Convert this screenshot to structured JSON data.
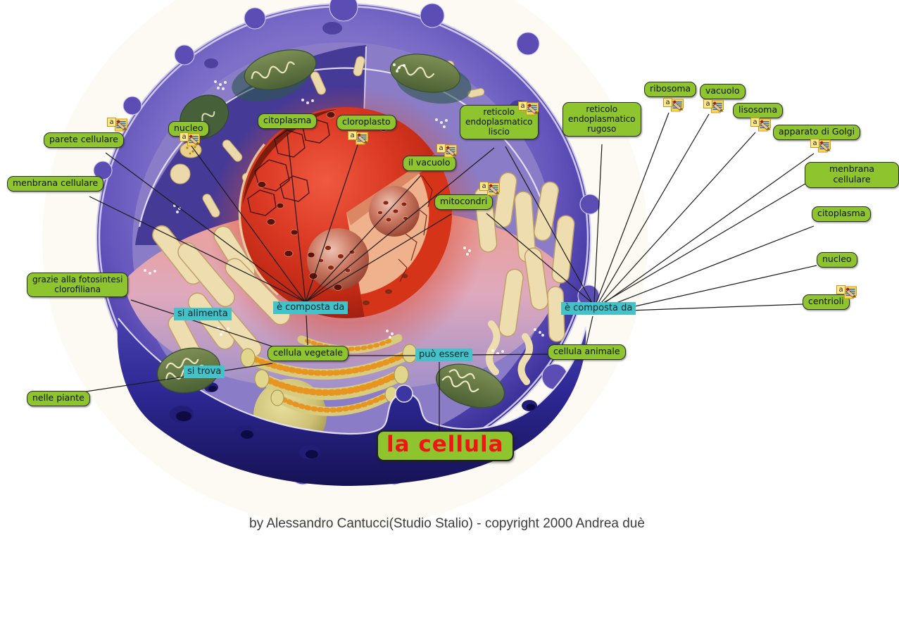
{
  "title": {
    "label": "la cellula"
  },
  "caption": {
    "text": "by Alessandro Cantucci(Studio Stalio) - copyright 2000 Andrea duè"
  },
  "nodes": {
    "parete": {
      "label": "parete cellulare"
    },
    "menbrana_l": {
      "label": "menbrana cellulare"
    },
    "nucleo_l": {
      "label": "nucleo"
    },
    "citoplasma_l": {
      "label": "citoplasma"
    },
    "cloroplasto": {
      "label": "cloroplasto"
    },
    "ret_liscio": {
      "label": "reticolo\nendoplasmatico\nliscio"
    },
    "ret_rugoso": {
      "label": "reticolo\nendoplasmatico\nrugoso"
    },
    "il_vacuolo": {
      "label": "il vacuolo"
    },
    "mitocondri": {
      "label": "mitocondri"
    },
    "grazie": {
      "label": "grazie alla fotosintesi\nclorofiliana"
    },
    "nelle_piante": {
      "label": "nelle piante"
    },
    "vegetale": {
      "label": "cellula vegetale"
    },
    "animale": {
      "label": "cellula animale"
    },
    "ribosoma": {
      "label": "ribosoma"
    },
    "vacuolo": {
      "label": "vacuolo"
    },
    "lisosoma": {
      "label": "lisosoma"
    },
    "golgi": {
      "label": "apparato di Golgi"
    },
    "menbrana_r": {
      "label": "menbrana cellulare"
    },
    "citoplasma_r": {
      "label": "citoplasma"
    },
    "nucleo_r": {
      "label": "nucleo"
    },
    "centrioli": {
      "label": "centrioli"
    }
  },
  "phrases": {
    "composta_l": {
      "label": "è composta da"
    },
    "composta_r": {
      "label": "è composta da"
    },
    "si_alimenta": {
      "label": "si alimenta"
    },
    "si_trova": {
      "label": "si trova"
    },
    "puo_essere": {
      "label": "può essere"
    }
  },
  "icons": {
    "annotation": {
      "letter": "a"
    }
  },
  "colors": {
    "node_bg": "#8ec42d",
    "node_border": "#2e2e2e",
    "phrase_bg": "#42c2c9",
    "title_text": "#f01414",
    "edge": "#1b1b1b"
  }
}
